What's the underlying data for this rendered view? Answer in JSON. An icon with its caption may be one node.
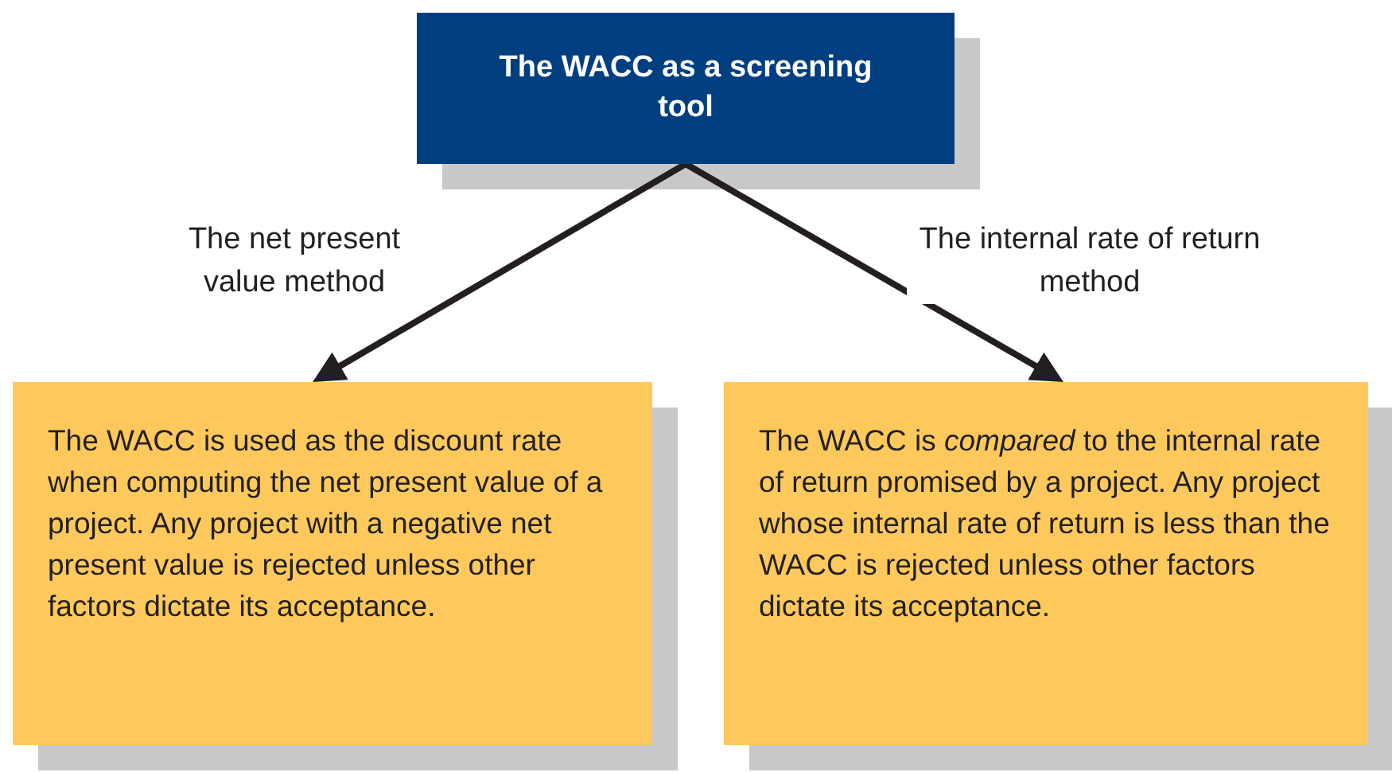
{
  "diagram": {
    "nodes": [
      {
        "text": [
          "The WACC as a screening tool"
        ]
      },
      {
        "text": [
          "The WACC is used as the discount rate when computing the net present value of a project. Any project with a negative net present value is rejected unless other factors dictate its acceptance."
        ]
      },
      {
        "text": [
          "The WACC is *compared* to the internal rate of return promised by a project. Any project whose internal rate of return is less than the WACC is rejected unless other factors dictate its acceptance."
        ]
      }
    ],
    "edges": [
      {
        "from": 0,
        "to": 1,
        "arrow": "to",
        "label": "The net present value method"
      },
      {
        "from": 0,
        "to": 2,
        "arrow": "to",
        "label": "The internal rate of return method"
      }
    ]
  }
}
